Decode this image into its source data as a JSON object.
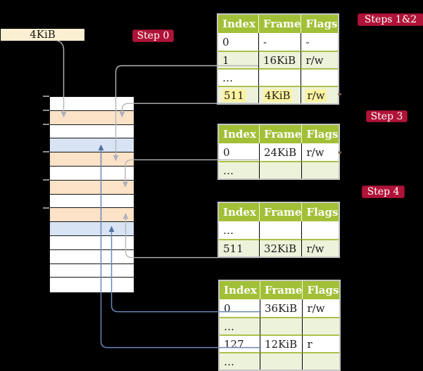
{
  "frame_label": "4KiB",
  "badges": {
    "step0": "Step 0",
    "steps12": "Steps 1&2",
    "step3": "Step 3",
    "step4": "Step 4"
  },
  "memory": {
    "rows": [
      "white",
      "orange",
      "white",
      "blue",
      "orange",
      "white",
      "orange",
      "white",
      "orange",
      "blue",
      "white",
      "white",
      "white",
      "white"
    ]
  },
  "page_tables": [
    {
      "id": "pt1",
      "headers": [
        "Index",
        "Frame",
        "Flags"
      ],
      "rows": [
        {
          "cells": [
            "0",
            "-",
            "-"
          ],
          "highlight": false
        },
        {
          "cells": [
            "1",
            "16KiB",
            "r/w"
          ],
          "highlight": false
        },
        {
          "cells": [
            "…",
            "",
            ""
          ],
          "highlight": false
        },
        {
          "cells": [
            "511",
            "4KiB",
            "r/w"
          ],
          "highlight": true
        }
      ]
    },
    {
      "id": "pt2",
      "headers": [
        "Index",
        "Frame",
        "Flags"
      ],
      "rows": [
        {
          "cells": [
            "0",
            "24KiB",
            "r/w"
          ],
          "highlight": false
        },
        {
          "cells": [
            "…",
            "",
            ""
          ],
          "highlight": false
        }
      ]
    },
    {
      "id": "pt3",
      "headers": [
        "Index",
        "Frame",
        "Flags"
      ],
      "rows": [
        {
          "cells": [
            "…",
            "",
            ""
          ],
          "highlight": false
        },
        {
          "cells": [
            "511",
            "32KiB",
            "r/w"
          ],
          "highlight": false
        }
      ]
    },
    {
      "id": "pt4",
      "headers": [
        "Index",
        "Frame",
        "Flags"
      ],
      "rows": [
        {
          "cells": [
            "0",
            "36KiB",
            "r/w"
          ],
          "highlight": false
        },
        {
          "cells": [
            "…",
            "",
            ""
          ],
          "highlight": false
        },
        {
          "cells": [
            "127",
            "12KiB",
            "r"
          ],
          "highlight": false
        },
        {
          "cells": [
            "…",
            "",
            ""
          ],
          "highlight": false
        }
      ]
    }
  ],
  "connectors": [
    {
      "from": "frame-label-4KiB",
      "to": "memory-row-2",
      "color": "gray"
    },
    {
      "from": "pt1-entry-1-16KiB",
      "to": "memory-row-5",
      "color": "gray"
    },
    {
      "from": "pt1-entry-511-4KiB",
      "to": "memory-row-2",
      "color": "gray"
    },
    {
      "from": "pt2-entry-0-24KiB",
      "to": "memory-row-7",
      "color": "gray"
    },
    {
      "from": "pt3-entry-511-32KiB",
      "to": "memory-row-9",
      "color": "gray"
    },
    {
      "from": "pt4-entry-0-36KiB",
      "to": "memory-row-10",
      "color": "blue"
    },
    {
      "from": "pt4-entry-127-12KiB",
      "to": "memory-row-4",
      "color": "blue"
    }
  ],
  "colors": {
    "background": "#000000",
    "table_header_green": "#a2c037",
    "table_alt_row": "#edf2da",
    "highlight_yellow": "#fdf3a0",
    "frame_label_box": "#fbf0d2",
    "badge_red": "#b01338",
    "memory_orange": "#fce3c7",
    "memory_blue": "#d8e4f4",
    "connector_gray": "#b4b7bc",
    "connector_blue": "#6a87b8"
  }
}
